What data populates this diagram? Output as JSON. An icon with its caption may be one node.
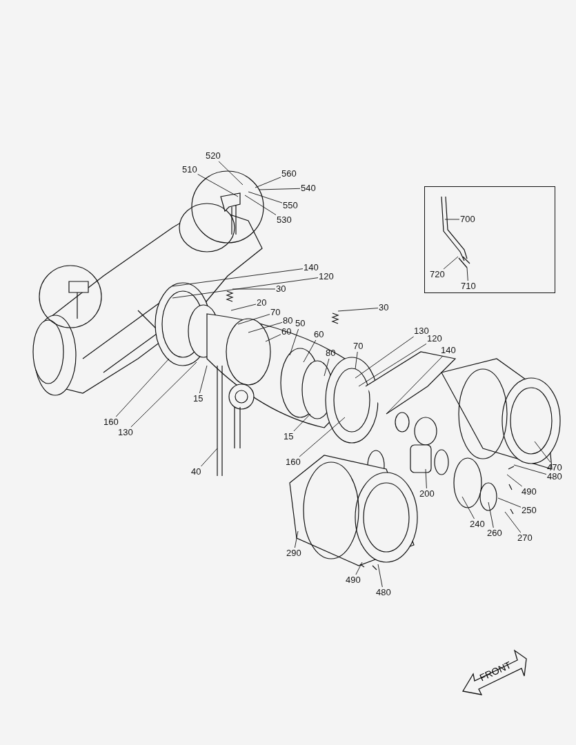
{
  "diagram": {
    "nodes": [
      {
        "text": [
          "520"
        ]
      },
      {
        "text": [
          "560"
        ]
      },
      {
        "text": [
          "510"
        ]
      },
      {
        "text": [
          "540"
        ]
      },
      {
        "text": [
          "550"
        ]
      },
      {
        "text": [
          "530"
        ]
      },
      {
        "text": [],
        "shape": "box"
      },
      {
        "text": [
          "700"
        ],
        "in": 6
      },
      {
        "text": [
          "720"
        ],
        "in": 6
      },
      {
        "text": [
          "710"
        ],
        "in": 6
      },
      {
        "text": [
          "140"
        ]
      },
      {
        "text": [
          "120"
        ]
      },
      {
        "text": [
          "30"
        ]
      },
      {
        "text": [
          "20"
        ]
      },
      {
        "text": [
          "70"
        ]
      },
      {
        "text": [
          "80"
        ]
      },
      {
        "text": [
          "60"
        ]
      },
      {
        "text": [
          "50"
        ]
      },
      {
        "text": [
          "60"
        ]
      },
      {
        "text": [
          "70"
        ]
      },
      {
        "text": [
          "80"
        ]
      },
      {
        "text": [
          "30"
        ]
      },
      {
        "text": [
          "130"
        ]
      },
      {
        "text": [
          "120"
        ]
      },
      {
        "text": [
          "140"
        ]
      },
      {
        "text": [
          "15"
        ]
      },
      {
        "text": [
          "160"
        ]
      },
      {
        "text": [
          "130"
        ]
      },
      {
        "text": [
          "15"
        ]
      },
      {
        "text": [
          "160"
        ]
      },
      {
        "text": [
          "40"
        ]
      },
      {
        "text": [
          "470"
        ]
      },
      {
        "text": [
          "480"
        ]
      },
      {
        "text": [
          "490"
        ]
      },
      {
        "text": [
          "200"
        ]
      },
      {
        "text": [
          "250"
        ]
      },
      {
        "text": [
          "240"
        ]
      },
      {
        "text": [
          "260"
        ]
      },
      {
        "text": [
          "270"
        ]
      },
      {
        "text": [
          "290"
        ]
      },
      {
        "text": [
          "490"
        ]
      },
      {
        "text": [
          "480"
        ]
      }
    ],
    "edges": [
      {
        "from": 0,
        "to": null,
        "arrow": "none"
      },
      {
        "from": 1,
        "to": null,
        "arrow": "none"
      },
      {
        "from": 2,
        "to": null,
        "arrow": "none"
      },
      {
        "from": 3,
        "to": null,
        "arrow": "none"
      },
      {
        "from": 4,
        "to": null,
        "arrow": "none"
      },
      {
        "from": 5,
        "to": null,
        "arrow": "none"
      },
      {
        "from": 7,
        "to": null,
        "arrow": "none"
      },
      {
        "from": 8,
        "to": null,
        "arrow": "none"
      },
      {
        "from": 9,
        "to": null,
        "arrow": "none"
      },
      {
        "from": 10,
        "to": null,
        "arrow": "none"
      },
      {
        "from": 11,
        "to": null,
        "arrow": "none"
      },
      {
        "from": 12,
        "to": null,
        "arrow": "none"
      },
      {
        "from": 13,
        "to": null,
        "arrow": "none"
      },
      {
        "from": 14,
        "to": null,
        "arrow": "none"
      },
      {
        "from": 15,
        "to": null,
        "arrow": "none"
      },
      {
        "from": 16,
        "to": null,
        "arrow": "none"
      },
      {
        "from": 17,
        "to": null,
        "arrow": "none"
      },
      {
        "from": 18,
        "to": null,
        "arrow": "none"
      },
      {
        "from": 19,
        "to": null,
        "arrow": "none"
      },
      {
        "from": 20,
        "to": null,
        "arrow": "none"
      },
      {
        "from": 21,
        "to": null,
        "arrow": "none"
      },
      {
        "from": 22,
        "to": null,
        "arrow": "none"
      },
      {
        "from": 23,
        "to": null,
        "arrow": "none"
      },
      {
        "from": 24,
        "to": null,
        "arrow": "none"
      },
      {
        "from": 25,
        "to": null,
        "arrow": "none"
      },
      {
        "from": 26,
        "to": null,
        "arrow": "none"
      },
      {
        "from": 27,
        "to": null,
        "arrow": "none"
      },
      {
        "from": 28,
        "to": null,
        "arrow": "none"
      },
      {
        "from": 29,
        "to": null,
        "arrow": "none"
      },
      {
        "from": 30,
        "to": null,
        "arrow": "none"
      },
      {
        "from": 31,
        "to": null,
        "arrow": "none"
      },
      {
        "from": 32,
        "to": null,
        "arrow": "none"
      },
      {
        "from": 33,
        "to": null,
        "arrow": "none"
      },
      {
        "from": 34,
        "to": null,
        "arrow": "none"
      },
      {
        "from": 35,
        "to": null,
        "arrow": "none"
      },
      {
        "from": 36,
        "to": null,
        "arrow": "none"
      },
      {
        "from": 37,
        "to": null,
        "arrow": "none"
      },
      {
        "from": 38,
        "to": null,
        "arrow": "none"
      },
      {
        "from": 39,
        "to": null,
        "arrow": "none"
      },
      {
        "from": 40,
        "to": null,
        "arrow": "none"
      },
      {
        "from": 41,
        "to": null,
        "arrow": "none"
      }
    ],
    "labels": [
      "FRONT"
    ]
  }
}
